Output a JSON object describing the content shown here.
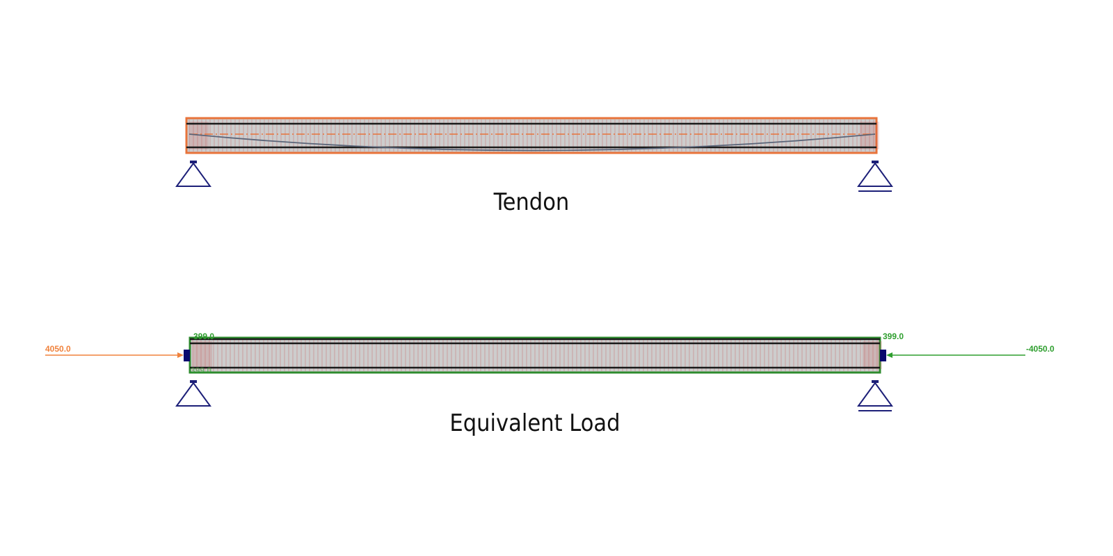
{
  "colors": {
    "beam_fill": "#cdcdcd",
    "beam_edge": "#1a1a1a",
    "hatch": "#c44a4a",
    "tendon_outline": "#e8733a",
    "tendon_line": "#5a6478",
    "support": "#1c1f78",
    "load_outline": "#2e8b2e",
    "left_load": "#f0823c",
    "right_load": "#2e9e2e",
    "anchor": "#0a0a6e"
  },
  "diagrams": {
    "tendon": {
      "caption": "Tendon",
      "icons": [
        "pin-support-icon",
        "roller-support-icon"
      ]
    },
    "equivalent_load": {
      "caption": "Equivalent Load",
      "left_axial_label": "4050.0",
      "right_axial_label": "-4050.0",
      "left_top_moment_label": "399.0",
      "right_top_moment_label": "399.0",
      "left_bottom_label": "399.0",
      "icons": [
        "pin-support-icon",
        "roller-support-icon",
        "anchor-icon",
        "arrow-icon"
      ]
    }
  }
}
